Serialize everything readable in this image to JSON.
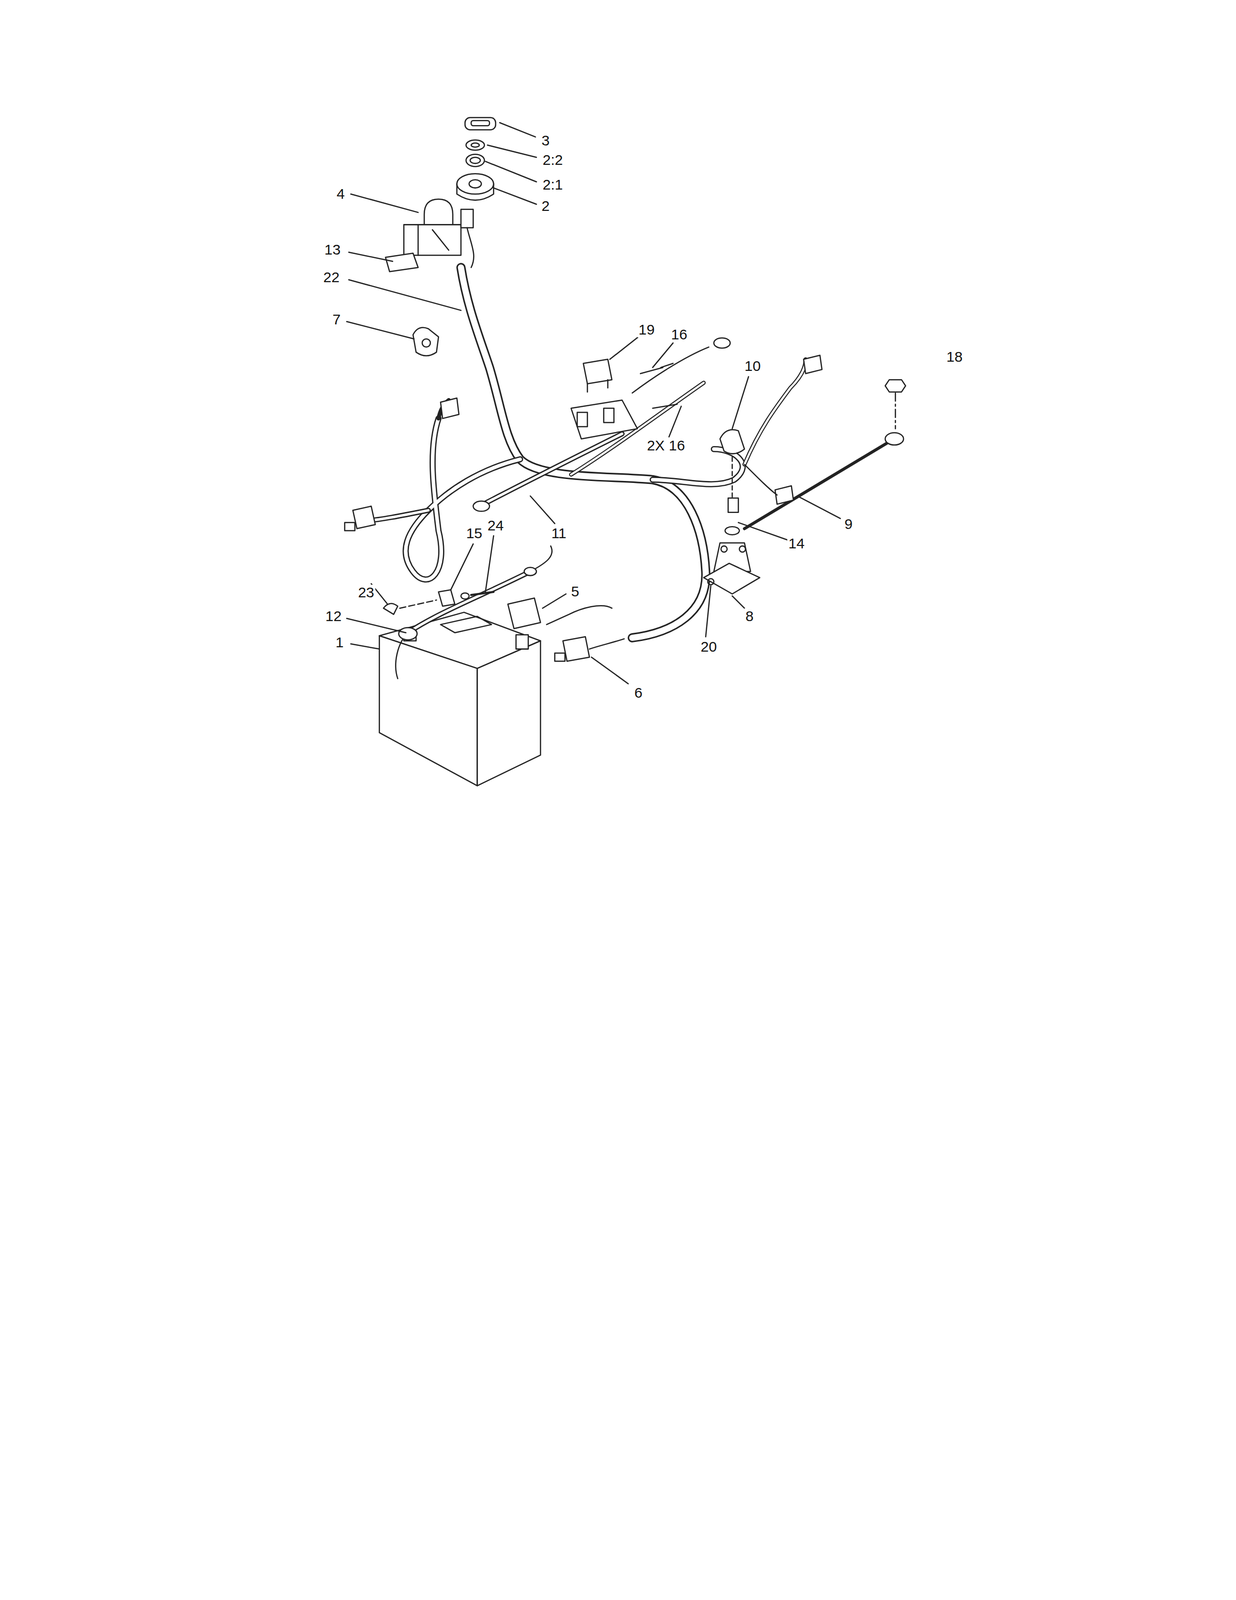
{
  "diagram": {
    "labels": [
      "3",
      "2:2",
      "2:1",
      "2",
      "4",
      "13",
      "22",
      "7",
      "19",
      "16",
      "10",
      "18",
      "2X 16",
      "11",
      "9",
      "15",
      "24",
      "14",
      "23",
      "5",
      "12",
      "20",
      "8",
      "1",
      "6"
    ]
  }
}
